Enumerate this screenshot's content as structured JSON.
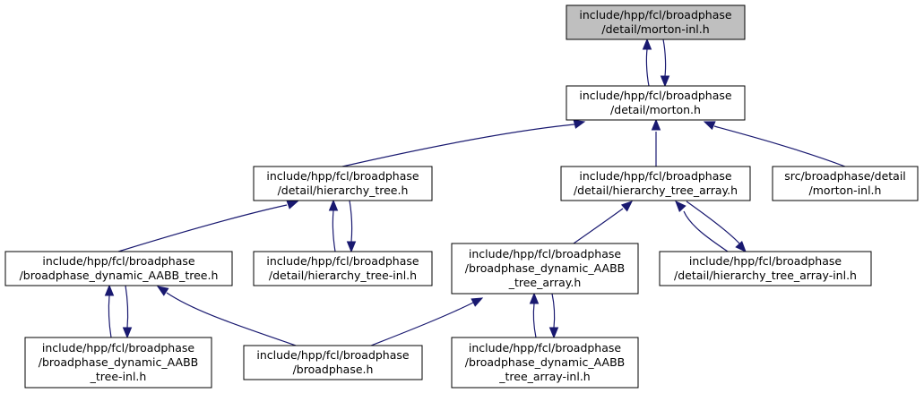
{
  "graph": {
    "colors": {
      "edge": "#191970",
      "root_fill": "#bfbfbf",
      "node_fill": "#ffffff",
      "border": "#000000"
    },
    "nodes": [
      {
        "id": "n0",
        "lines": [
          "include/hpp/fcl/broadphase",
          "/detail/morton-inl.h"
        ],
        "root": true
      },
      {
        "id": "n1",
        "lines": [
          "include/hpp/fcl/broadphase",
          "/detail/morton.h"
        ]
      },
      {
        "id": "n2",
        "lines": [
          "include/hpp/fcl/broadphase",
          "/detail/hierarchy_tree.h"
        ]
      },
      {
        "id": "n3",
        "lines": [
          "include/hpp/fcl/broadphase",
          "/detail/hierarchy_tree_array.h"
        ]
      },
      {
        "id": "n4",
        "lines": [
          "src/broadphase/detail",
          "/morton-inl.h"
        ]
      },
      {
        "id": "n5",
        "lines": [
          "include/hpp/fcl/broadphase",
          "/broadphase_dynamic_AABB_tree.h"
        ]
      },
      {
        "id": "n6",
        "lines": [
          "include/hpp/fcl/broadphase",
          "/detail/hierarchy_tree-inl.h"
        ]
      },
      {
        "id": "n7",
        "lines": [
          "include/hpp/fcl/broadphase",
          "/broadphase_dynamic_AABB",
          "_tree_array.h"
        ]
      },
      {
        "id": "n8",
        "lines": [
          "include/hpp/fcl/broadphase",
          "/detail/hierarchy_tree_array-inl.h"
        ]
      },
      {
        "id": "n9",
        "lines": [
          "include/hpp/fcl/broadphase",
          "/broadphase_dynamic_AABB",
          "_tree-inl.h"
        ]
      },
      {
        "id": "n10",
        "lines": [
          "include/hpp/fcl/broadphase",
          "/broadphase.h"
        ]
      },
      {
        "id": "n11",
        "lines": [
          "include/hpp/fcl/broadphase",
          "/broadphase_dynamic_AABB",
          "_tree_array-inl.h"
        ]
      }
    ],
    "edges": [
      {
        "from": "n1",
        "to": "n0"
      },
      {
        "from": "n0",
        "to": "n1"
      },
      {
        "from": "n2",
        "to": "n1"
      },
      {
        "from": "n3",
        "to": "n1"
      },
      {
        "from": "n4",
        "to": "n1"
      },
      {
        "from": "n5",
        "to": "n2"
      },
      {
        "from": "n6",
        "to": "n2"
      },
      {
        "from": "n2",
        "to": "n6"
      },
      {
        "from": "n7",
        "to": "n3"
      },
      {
        "from": "n8",
        "to": "n3"
      },
      {
        "from": "n3",
        "to": "n8"
      },
      {
        "from": "n9",
        "to": "n5"
      },
      {
        "from": "n5",
        "to": "n9"
      },
      {
        "from": "n10",
        "to": "n5"
      },
      {
        "from": "n10",
        "to": "n7"
      },
      {
        "from": "n11",
        "to": "n7"
      },
      {
        "from": "n7",
        "to": "n11"
      }
    ]
  }
}
